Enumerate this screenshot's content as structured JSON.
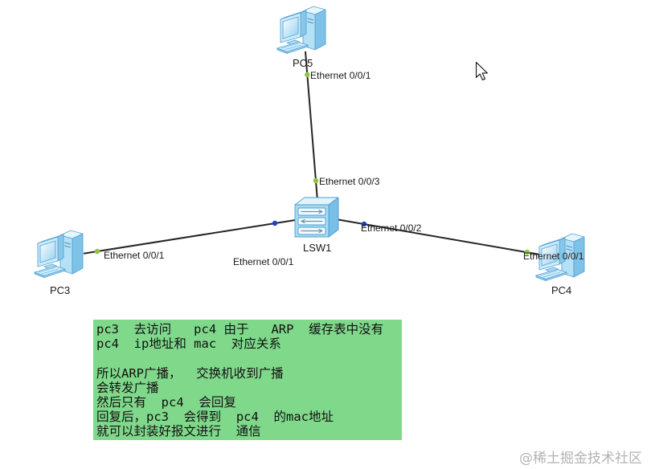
{
  "colors": {
    "canvas": "#ffffff",
    "link": "#262626",
    "watermark": "#b3b3b3"
  },
  "devices": {
    "switch": {
      "label": "LSW1",
      "icon": "switch-icon"
    },
    "hosts": [
      {
        "label": "PC5",
        "icon": "pc-icon",
        "port": "Ethernet 0/0/1",
        "port_color": "#8cc63f",
        "switch_port": "Ethernet 0/0/3",
        "switch_port_color": "#8cc63f"
      },
      {
        "label": "PC3",
        "icon": "pc-icon",
        "port": "Ethernet 0/0/1",
        "port_color": "#8cc63f",
        "switch_port": "Ethernet 0/0/1",
        "switch_port_color": "#1f3fd0"
      },
      {
        "label": "PC4",
        "icon": "pc-icon",
        "port": "Ethernet 0/0/1",
        "port_color": "#8cc63f",
        "switch_port": "Ethernet 0/0/2",
        "switch_port_color": "#1f3fd0"
      }
    ]
  },
  "note": {
    "background": "#80d88b",
    "lines": [
      "pc3  去访问   pc4 由于   ARP  缓存表中没有",
      "pc4  ip地址和 mac  对应关系",
      "",
      "所以ARP广播，  交换机收到广播",
      "会转发广播",
      "然后只有  pc4  会回复",
      "回复后，pc3  会得到  pc4  的mac地址",
      "就可以封装好报文进行  通信"
    ]
  },
  "watermark": "@稀土掘金技术社区",
  "cursor": {
    "icon": "arrow-cursor-icon"
  }
}
